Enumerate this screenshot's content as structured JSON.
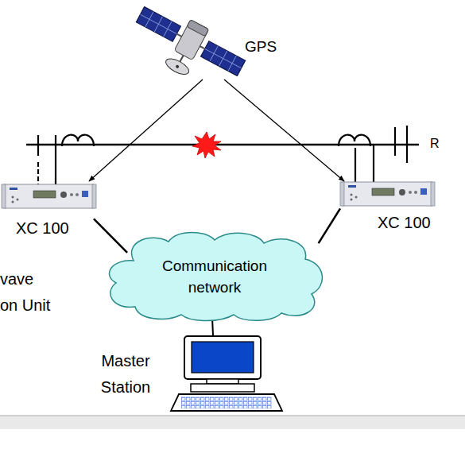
{
  "diagram": {
    "nodes": [
      {
        "text": [
          "GPS"
        ]
      },
      {
        "text": [
          "XC 100"
        ]
      },
      {
        "text": [
          "XC 100"
        ]
      },
      {
        "text": [
          "Communication network"
        ]
      },
      {
        "text": [
          "Master Station"
        ]
      }
    ],
    "edges": [
      {
        "from": 0,
        "to": 1,
        "arrow": "to"
      },
      {
        "from": 0,
        "to": 2,
        "arrow": "to"
      },
      {
        "from": 1,
        "to": 3,
        "arrow": "none"
      },
      {
        "from": 2,
        "to": 3,
        "arrow": "none"
      },
      {
        "from": 3,
        "to": 4,
        "arrow": "none"
      }
    ],
    "labels": [
      "R",
      "vave",
      "on Unit"
    ]
  }
}
